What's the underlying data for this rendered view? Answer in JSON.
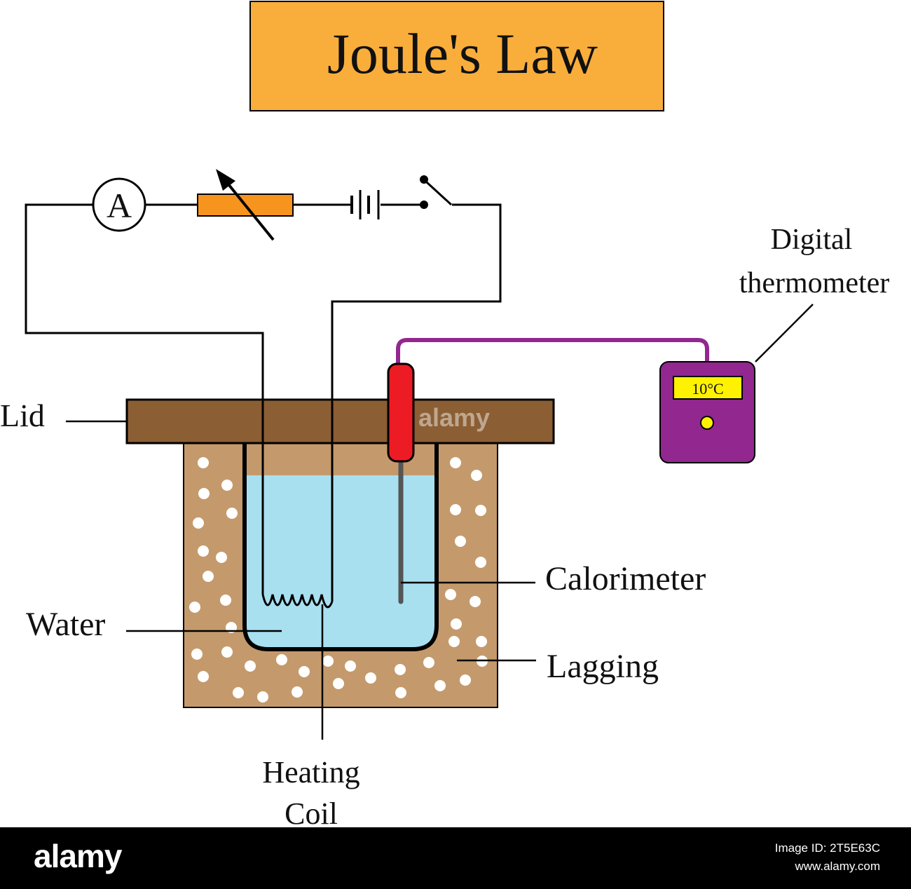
{
  "title": "Joule's Law",
  "labels": {
    "digital_thermometer_line1": "Digital",
    "digital_thermometer_line2": "thermometer",
    "lid": "Lid",
    "calorimeter": "Calorimeter",
    "water": "Water",
    "lagging": "Lagging",
    "heating_coil_line1": "Heating",
    "heating_coil_line2": "Coil"
  },
  "ammeter_symbol": "A",
  "thermometer_display": "10°C",
  "watermark": "alamy",
  "footer": {
    "brand": "alamy",
    "image_id": "Image ID: 2T5E63C",
    "url": "www.alamy.com"
  },
  "colors": {
    "title_box": "#F9AE3B",
    "lid": "#8B5E34",
    "lagging": "#C49A6C",
    "water": "#A8E0F0",
    "rheostat": "#F7941D",
    "probe": "#ED1C24",
    "thermometer_body": "#92278F",
    "display": "#FFF200",
    "wire": "#000000"
  },
  "icons": [
    "ammeter-icon",
    "rheostat-icon",
    "battery-icon",
    "switch-icon",
    "heating-coil-icon",
    "temperature-probe-icon",
    "digital-thermometer-icon"
  ]
}
